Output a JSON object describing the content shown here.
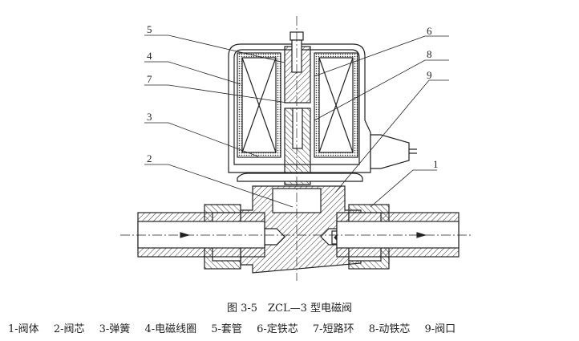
{
  "labels": [
    "1",
    "2",
    "3",
    "4",
    "5",
    "6",
    "7",
    "8",
    "9"
  ],
  "caption": {
    "title": "图 3-5　ZCL—3 型电磁阀",
    "legend": [
      "1-阀体",
      "2-阀芯",
      "3-弹簧",
      "4-电磁线圈",
      "5-套管",
      "6-定铁芯",
      "7-短路环",
      "8-动铁芯",
      "9-阀口"
    ]
  }
}
